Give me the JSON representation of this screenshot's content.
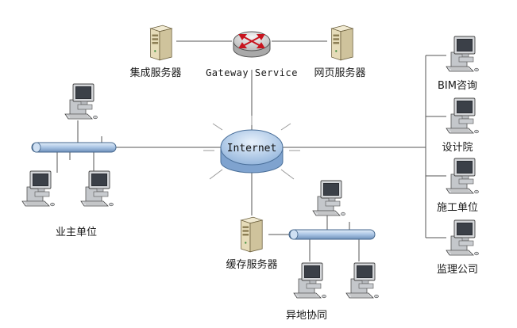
{
  "colors": {
    "line": "#555555",
    "bus": "#a9c4e4",
    "bus_stroke": "#44668c",
    "cloud": "#b9d3ee",
    "cloud_stroke": "#4a6f99",
    "router": "#d8d8d8",
    "router_arrows": "#c8141e",
    "monitor": "#cfd1d4",
    "server": "#e3d9b8"
  },
  "nodes": {
    "internet": {
      "label": "Internet",
      "icon": "cloud-icon"
    },
    "gateway": {
      "label": "Gateway Service",
      "icon": "router-icon"
    },
    "integration_server": {
      "label": "集成服务器",
      "icon": "server-icon"
    },
    "web_server": {
      "label": "网页服务器",
      "icon": "server-icon"
    },
    "cache_server": {
      "label": "缓存服务器",
      "icon": "server-icon"
    },
    "owner": {
      "label": "业主单位",
      "icon": "workstation-icon"
    },
    "remote": {
      "label": "异地协同",
      "icon": "workstation-icon"
    },
    "bim": {
      "label": "BIM咨询",
      "icon": "workstation-icon"
    },
    "design": {
      "label": "设计院",
      "icon": "workstation-icon"
    },
    "construction": {
      "label": "施工单位",
      "icon": "workstation-icon"
    },
    "supervision": {
      "label": "监理公司",
      "icon": "workstation-icon"
    }
  }
}
